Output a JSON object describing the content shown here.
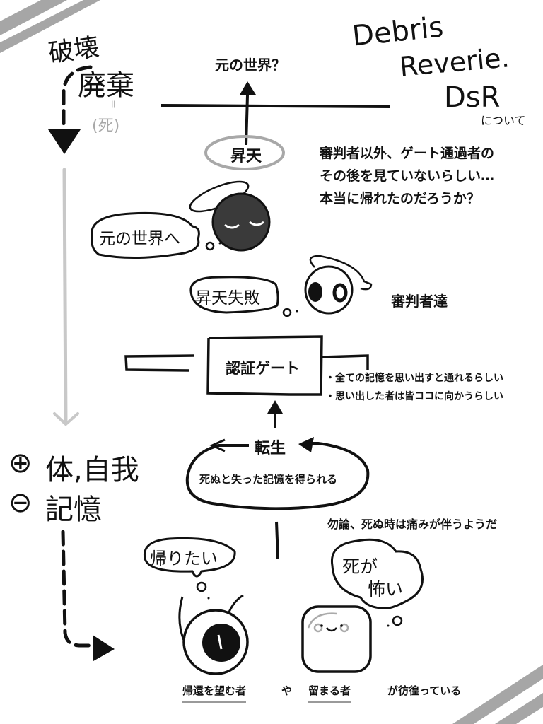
{
  "title": {
    "line1": "Debris",
    "line2": "Reverie.",
    "abbr": "DsR",
    "suffix": "について"
  },
  "top_left": {
    "destroy": "破壊",
    "discard": "廃棄",
    "equals": "=",
    "death_paren": "(死)"
  },
  "original_world_label": "元の世界？",
  "ascension_label": "昇天",
  "note_top": [
    "審判者以外、ゲート通過者の",
    "その後を見ていないらしい…",
    "本当に帰れたのだろうか？"
  ],
  "bubble_to_world": "元の世界へ",
  "bubble_ascension_failed": "昇天失敗",
  "judges_label": "審判者達",
  "gate_label": "認証ゲート",
  "gate_notes": [
    "・全ての記憶を思い出すと通れるらしい",
    "・思い出した者は皆ココに向かうらしい"
  ],
  "left_list": {
    "plus_symbol": "⊕",
    "plus_text": "体,自我",
    "minus_symbol": "⊖",
    "minus_text": "記憶"
  },
  "rebirth_label": "転生",
  "rebirth_loop_text": "死ぬと失った記憶を得られる",
  "pain_note": "勿論、死ぬ時は痛みが伴うようだ",
  "bubble_want_return": "帰りたい",
  "bubble_fear_death": [
    "死が",
    "怖い"
  ],
  "bottom_line": {
    "group1": "帰還を望む者",
    "conj": "や",
    "group2": "留まる者",
    "tail": "が彷徨っている"
  },
  "colors": {
    "ink": "#111111",
    "stripe": "#a6a6a6",
    "guide": "#c8c8c8",
    "dark_character": "#3a3a3a"
  }
}
